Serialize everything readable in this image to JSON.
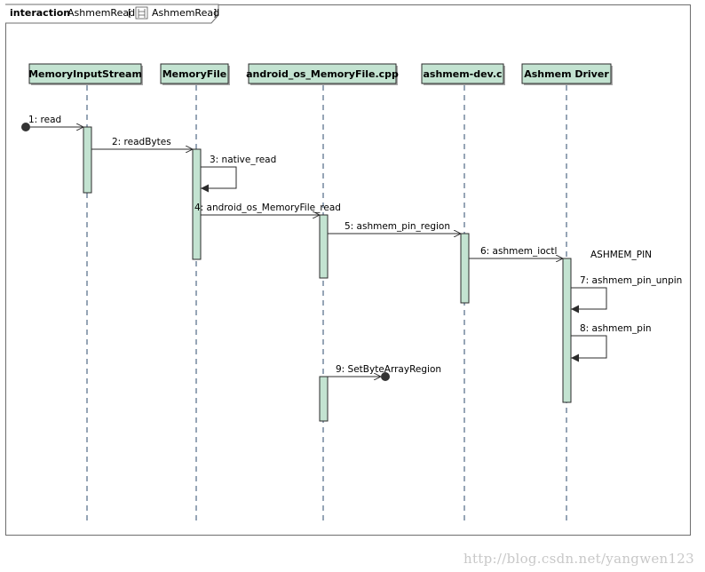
{
  "frame": {
    "keyword": "interaction",
    "name": "AshmemRead",
    "bracket_open": "[",
    "ref_name": "AshmemRead",
    "bracket_close": "]",
    "icon": "interaction-diagram-icon"
  },
  "lifelines": [
    {
      "id": "mis",
      "name": "MemoryInputStream"
    },
    {
      "id": "mf",
      "name": "MemoryFile"
    },
    {
      "id": "amf",
      "name": "android_os_MemoryFile.cpp"
    },
    {
      "id": "adev",
      "name": "ashmem-dev.c"
    },
    {
      "id": "drv",
      "name": "Ashmem Driver"
    }
  ],
  "messages": [
    {
      "label": "1: read",
      "kind": "found"
    },
    {
      "label": "2: readBytes",
      "kind": "call"
    },
    {
      "label": "3: native_read",
      "kind": "self"
    },
    {
      "label": "4: android_os_MemoryFile_read",
      "kind": "call"
    },
    {
      "label": "5: ashmem_pin_region",
      "kind": "call"
    },
    {
      "label": "6: ashmem_ioctl",
      "kind": "call"
    },
    {
      "label": "7: ashmem_pin_unpin",
      "kind": "self"
    },
    {
      "label": "8: ashmem_pin",
      "kind": "self"
    },
    {
      "label": "9: SetByteArrayRegion",
      "kind": "lost"
    }
  ],
  "annotations": [
    {
      "text": "ASHMEM_PIN"
    }
  ],
  "watermark": "http://blog.csdn.net/yangwen123",
  "colors": {
    "lifeline_header_fill": "#c3e3d1",
    "activation_fill": "#c3e3d1",
    "outline": "#2b2b2b",
    "dashed_line": "#2e4b6e",
    "text": "#000000"
  }
}
